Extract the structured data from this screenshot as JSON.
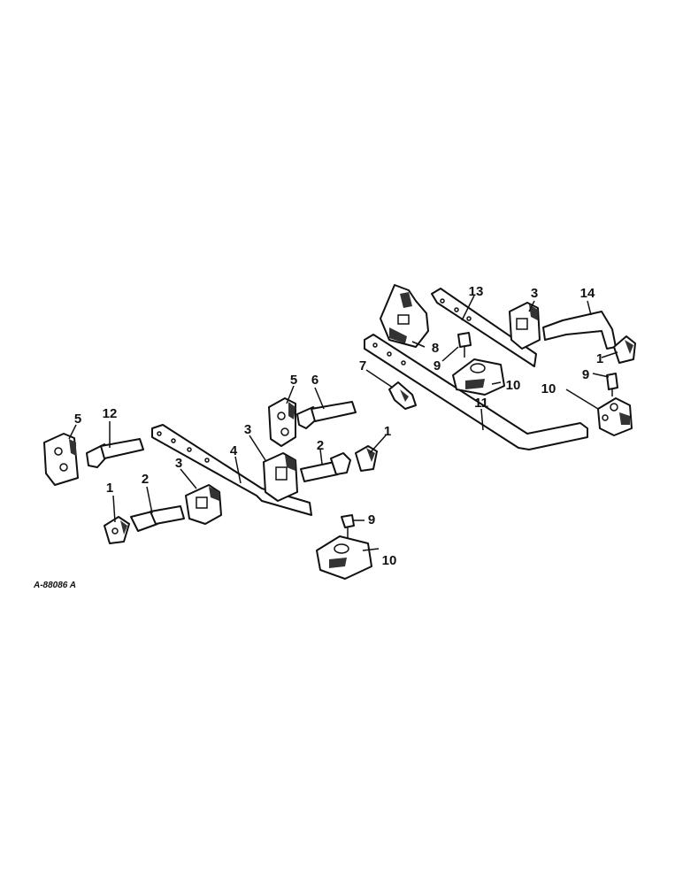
{
  "drawing_code": "A-88086 A",
  "callouts": [
    {
      "label": "1"
    },
    {
      "label": "2"
    },
    {
      "label": "3"
    },
    {
      "label": "4"
    },
    {
      "label": "5"
    },
    {
      "label": "6"
    },
    {
      "label": "3"
    },
    {
      "label": "2"
    },
    {
      "label": "1"
    },
    {
      "label": "5"
    },
    {
      "label": "12"
    },
    {
      "label": "9"
    },
    {
      "label": "10"
    },
    {
      "label": "7"
    },
    {
      "label": "11"
    },
    {
      "label": "8"
    },
    {
      "label": "9"
    },
    {
      "label": "10"
    },
    {
      "label": "13"
    },
    {
      "label": "3"
    },
    {
      "label": "14"
    },
    {
      "label": "1"
    },
    {
      "label": "9"
    },
    {
      "label": "10"
    }
  ]
}
